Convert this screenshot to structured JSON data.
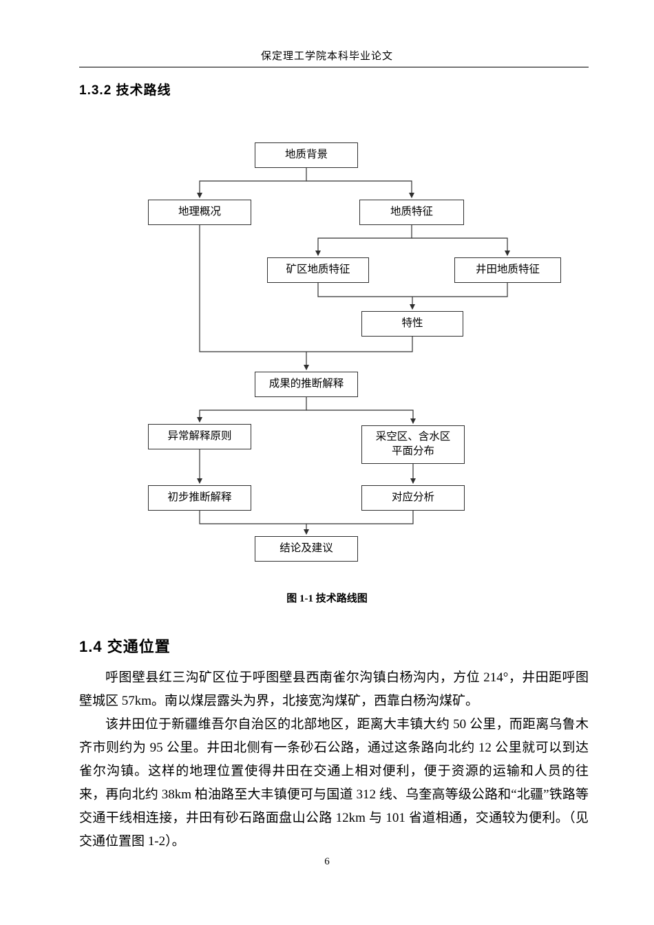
{
  "page": {
    "header": "保定理工学院本科毕业论文",
    "page_number": "6"
  },
  "sections": {
    "s132_heading": "1.3.2 技术路线",
    "s14_heading": "1.4 交通位置"
  },
  "flowchart": {
    "caption": "图 1-1 技术路线图",
    "nodes": {
      "geology_background": "地质背景",
      "geography_overview": "地理概况",
      "geology_features": "地质特征",
      "mining_area_features": "矿区地质特征",
      "well_field_features": "井田地质特征",
      "characteristics": "特性",
      "results_interpretation": "成果的推断解释",
      "anomaly_principles": "异常解释原则",
      "goaf_water_distribution": "采空区、含水区\n平面分布",
      "preliminary_interpretation": "初步推断解释",
      "correspondence_analysis": "对应分析",
      "conclusions_suggestions": "结论及建议"
    }
  },
  "section_14": {
    "paragraphs": [
      "呼图壁县红三沟矿区位于呼图壁县西南雀尔沟镇白杨沟内，方位 214°，井田距呼图壁城区 57km。南以煤层露头为界，北接宽沟煤矿，西靠白杨沟煤矿。",
      "该井田位于新疆维吾尔自治区的北部地区，距离大丰镇大约 50 公里，而距离乌鲁木齐市则约为 95 公里。井田北侧有一条砂石公路，通过这条路向北约 12 公里就可以到达雀尔沟镇。这样的地理位置使得井田在交通上相对便利，便于资源的运输和人员的往来，再向北约 38km 柏油路至大丰镇便可与国道 312 线、乌奎高等级公路和“北疆”铁路等交通干线相连接，井田有砂石路面盘山公路 12km 与 101 省道相通，交通较为便利。（见交通位置图 1-2）。"
    ]
  }
}
